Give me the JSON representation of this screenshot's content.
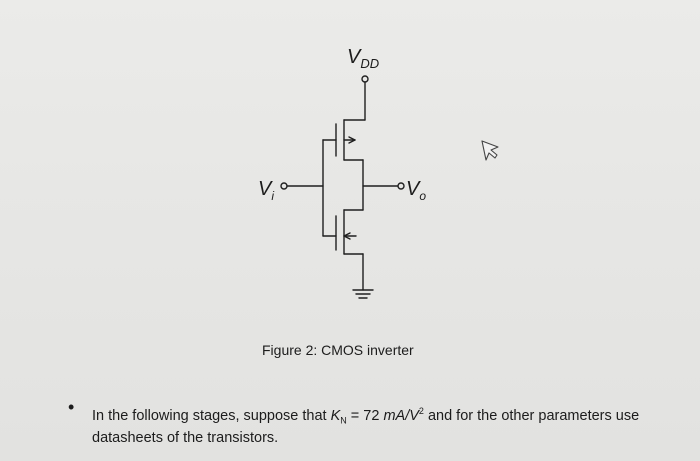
{
  "circuit": {
    "vdd_label": {
      "main": "V",
      "sub": "DD"
    },
    "vin_label": {
      "main": "V",
      "sub": "i"
    },
    "vout_label": {
      "main": "V",
      "sub": "o"
    },
    "cursor_icon": "arrow-pointer-icon"
  },
  "caption": "Figure 2: CMOS inverter",
  "paragraph": {
    "bullet": "•",
    "before_k": "In the following stages, suppose that ",
    "k_symbol": "K",
    "k_sub": "N",
    "equals": " = 72 ",
    "units_main": "mA/V",
    "units_sup": "2",
    "after": " and for the other parameters use datasheets of the transistors."
  }
}
